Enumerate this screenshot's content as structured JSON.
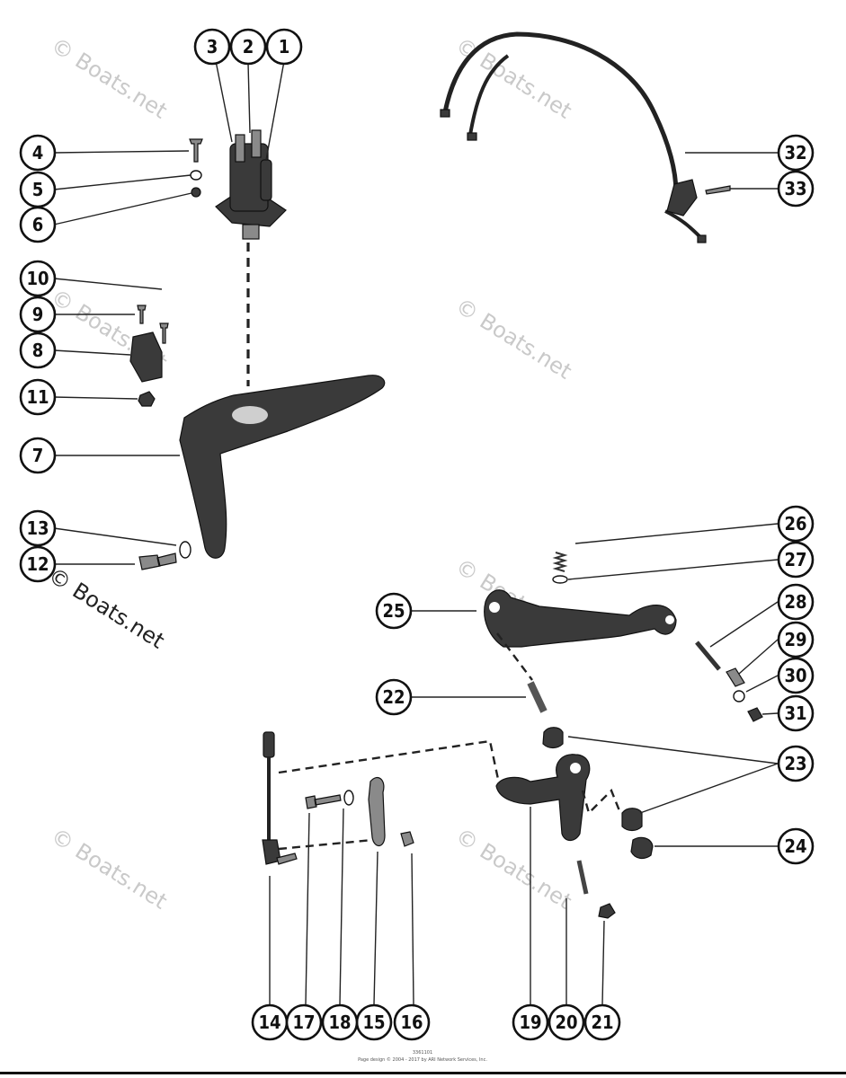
{
  "callouts": [
    "1",
    "2",
    "3",
    "4",
    "5",
    "6",
    "7",
    "8",
    "9",
    "10",
    "11",
    "12",
    "13",
    "14",
    "15",
    "16",
    "17",
    "18",
    "19",
    "20",
    "21",
    "22",
    "23",
    "24",
    "25",
    "26",
    "27",
    "28",
    "29",
    "30",
    "31",
    "32",
    "33"
  ],
  "watermark": {
    "faint_text": "© Boats.net",
    "dark_text": "© Boats.net"
  },
  "footer": {
    "line1": "3361101",
    "line2": "Page design © 2004 - 2017 by ARI Network Services, Inc."
  },
  "colors": {
    "ink": "#111111",
    "part_fill": "#3a3a3a",
    "watermark": "#c9c9c9",
    "background": "#ffffff"
  }
}
